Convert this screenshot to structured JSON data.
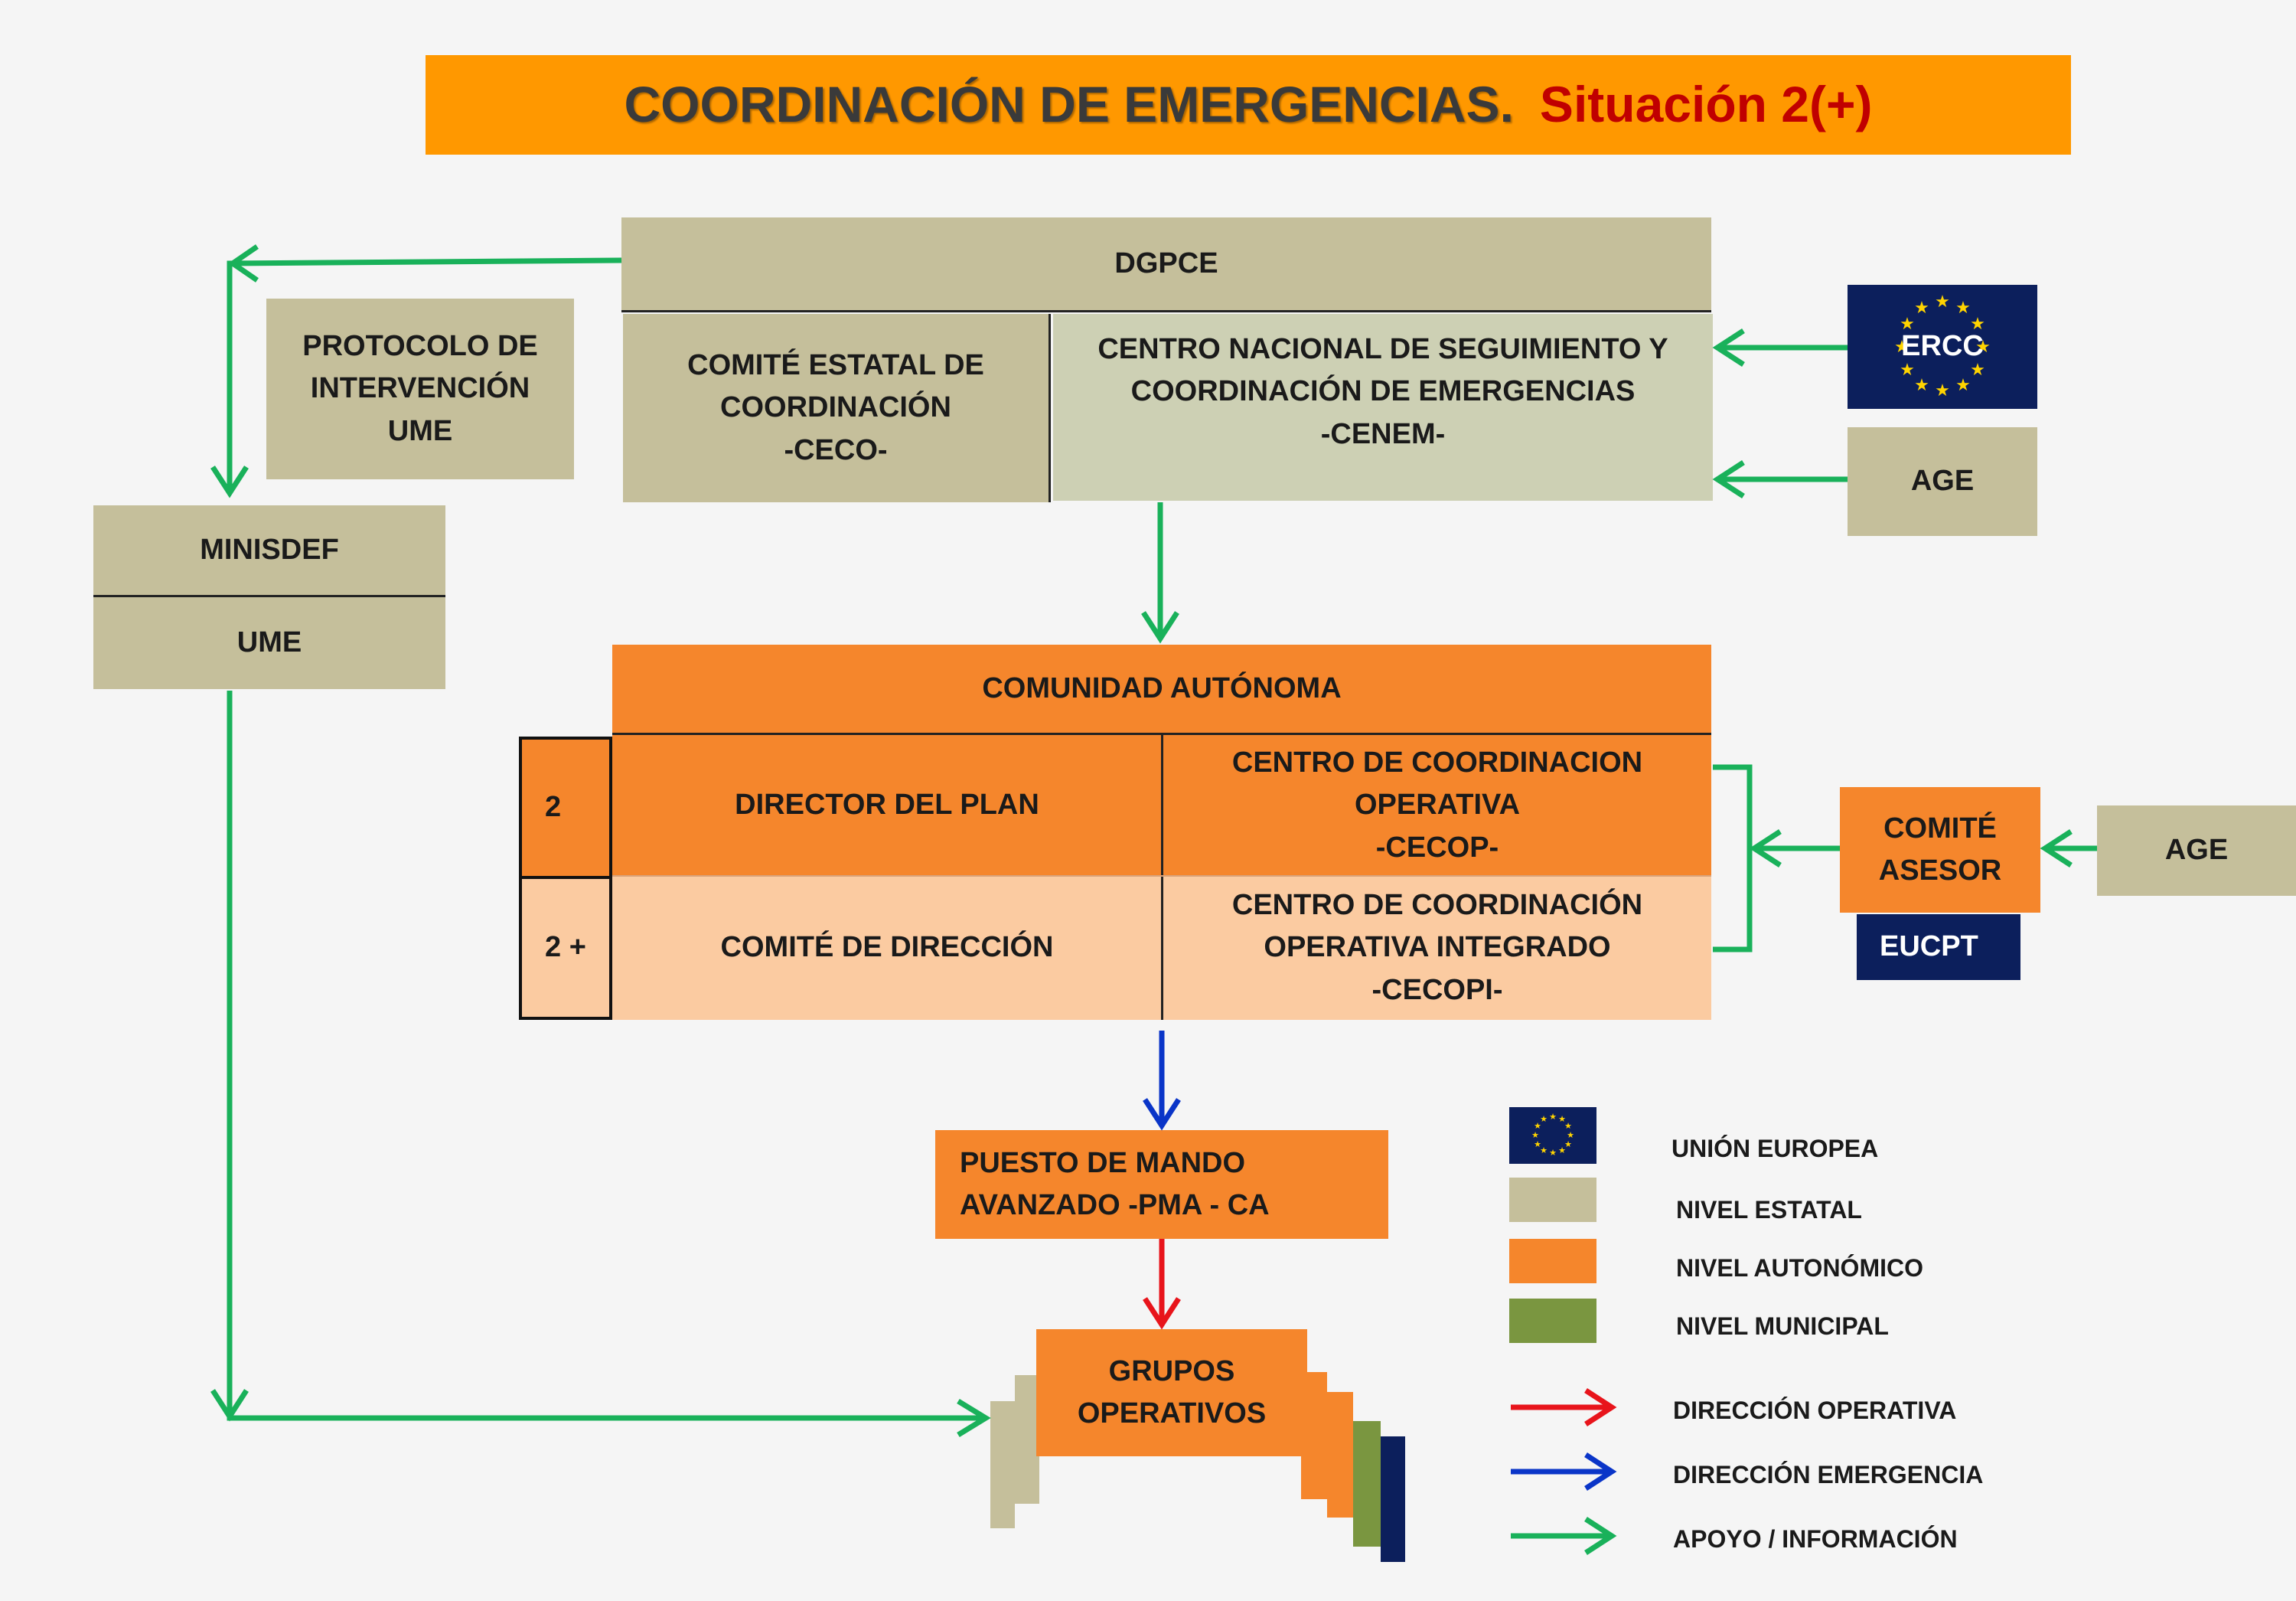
{
  "title": {
    "main": "COORDINACIÓN DE EMERGENCIAS.",
    "sub": "Situación 2(+)"
  },
  "colors": {
    "estatal": "#c5bf9b",
    "estatal_light": "#cdd0b4",
    "autonomico": "#f5862c",
    "autonomico_light": "#fbcba1",
    "municipal": "#7a9640",
    "eu_blue": "#0c1f5c",
    "eu_star": "#ffd400",
    "direccion_operativa": "#e8141b",
    "direccion_emergencia": "#0a35c8",
    "apoyo": "#19b15a",
    "title_bar": "#ff9800"
  },
  "dgpce": {
    "label": "DGPCE",
    "ceco": [
      "COMITÉ ESTATAL DE",
      "COORDINACIÓN",
      "-CECO-"
    ],
    "cenem": [
      "CENTRO NACIONAL DE SEGUIMIENTO Y",
      "COORDINACIÓN DE EMERGENCIAS",
      "-CENEM-"
    ]
  },
  "protocolo": [
    "PROTOCOLO DE",
    "INTERVENCIÓN",
    "UME"
  ],
  "minisdef": {
    "top": "MINISDEF",
    "bottom": "UME"
  },
  "ercc": {
    "label": "ERCC",
    "icon": "eu-flag-icon"
  },
  "age_top": "AGE",
  "comunidad": {
    "label": "COMUNIDAD AUTÓNOMA",
    "level_2": "2",
    "level_2plus": "2 +",
    "director": "DIRECTOR DEL PLAN",
    "comite_direccion": "COMITÉ DE DIRECCIÓN",
    "cecop": [
      "CENTRO DE COORDINACION",
      "OPERATIVA",
      "-CECOP-"
    ],
    "cecopi": [
      "CENTRO DE COORDINACIÓN",
      "OPERATIVA INTEGRADO",
      "-CECOPI-"
    ]
  },
  "comite_asesor": [
    "COMITÉ",
    "ASESOR"
  ],
  "eucpt": "EUCPT",
  "age_right": "AGE",
  "pma": [
    "PUESTO DE MANDO",
    "AVANZADO -PMA - CA"
  ],
  "grupos": [
    "GRUPOS",
    "OPERATIVOS"
  ],
  "legend": {
    "items": [
      {
        "label": "UNIÓN EUROPEA",
        "icon": "eu-flag-icon"
      },
      {
        "label": "NIVEL ESTATAL"
      },
      {
        "label": "NIVEL AUTONÓMICO"
      },
      {
        "label": "NIVEL MUNICIPAL"
      },
      {
        "label": "DIRECCIÓN OPERATIVA",
        "icon": "red-arrow-icon"
      },
      {
        "label": "DIRECCIÓN EMERGENCIA",
        "icon": "blue-arrow-icon"
      },
      {
        "label": "APOYO / INFORMACIÓN",
        "icon": "green-arrow-icon"
      }
    ]
  }
}
